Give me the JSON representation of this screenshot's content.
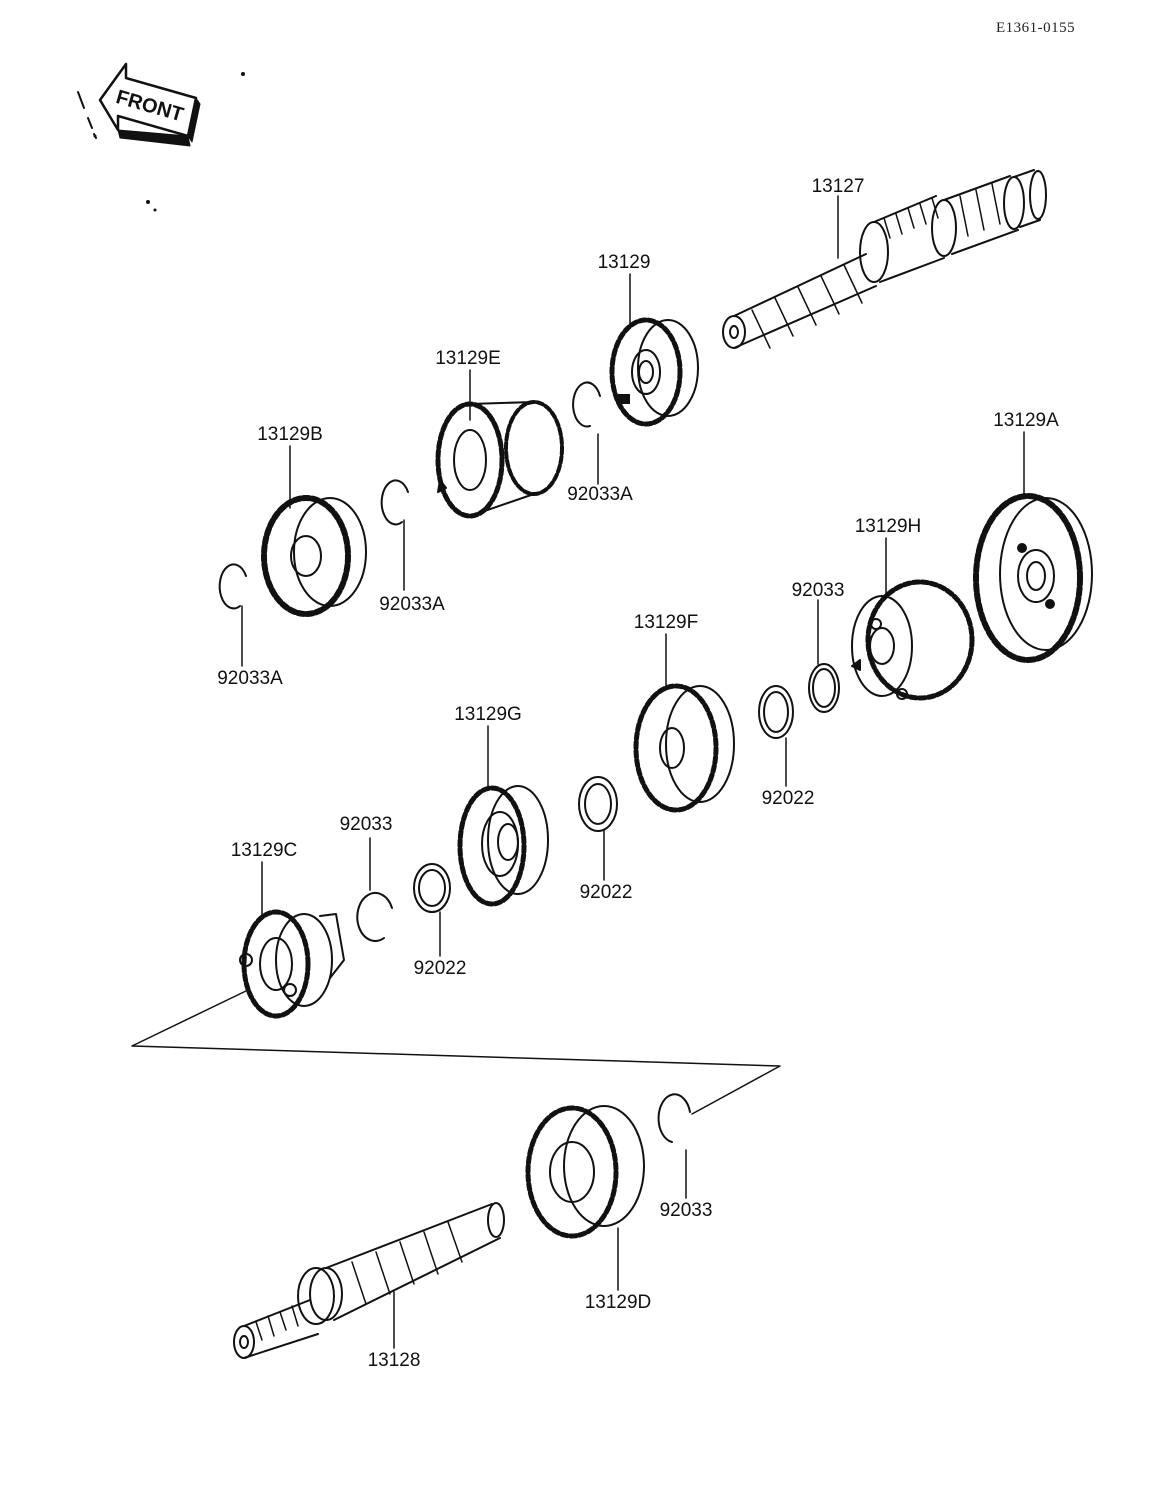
{
  "drawing_code": "E1361-0155",
  "front_arrow": {
    "label": "FRONT",
    "icon": "front-arrow-icon"
  },
  "parts": {
    "p13127": "13127",
    "p13129": "13129",
    "p13129E": "13129E",
    "p13129B": "13129B",
    "p13129A": "13129A",
    "p13129H": "13129H",
    "p13129F": "13129F",
    "p13129G": "13129G",
    "p13129C": "13129C",
    "p13129D": "13129D",
    "p13128": "13128",
    "p92033A_a": "92033A",
    "p92033A_b": "92033A",
    "p92033A_c": "92033A",
    "p92033_a": "92033",
    "p92033_b": "92033",
    "p92033_c": "92033",
    "p92022_a": "92022",
    "p92022_b": "92022",
    "p92022_c": "92022"
  },
  "colors": {
    "ink": "#111111",
    "paper": "#ffffff"
  }
}
